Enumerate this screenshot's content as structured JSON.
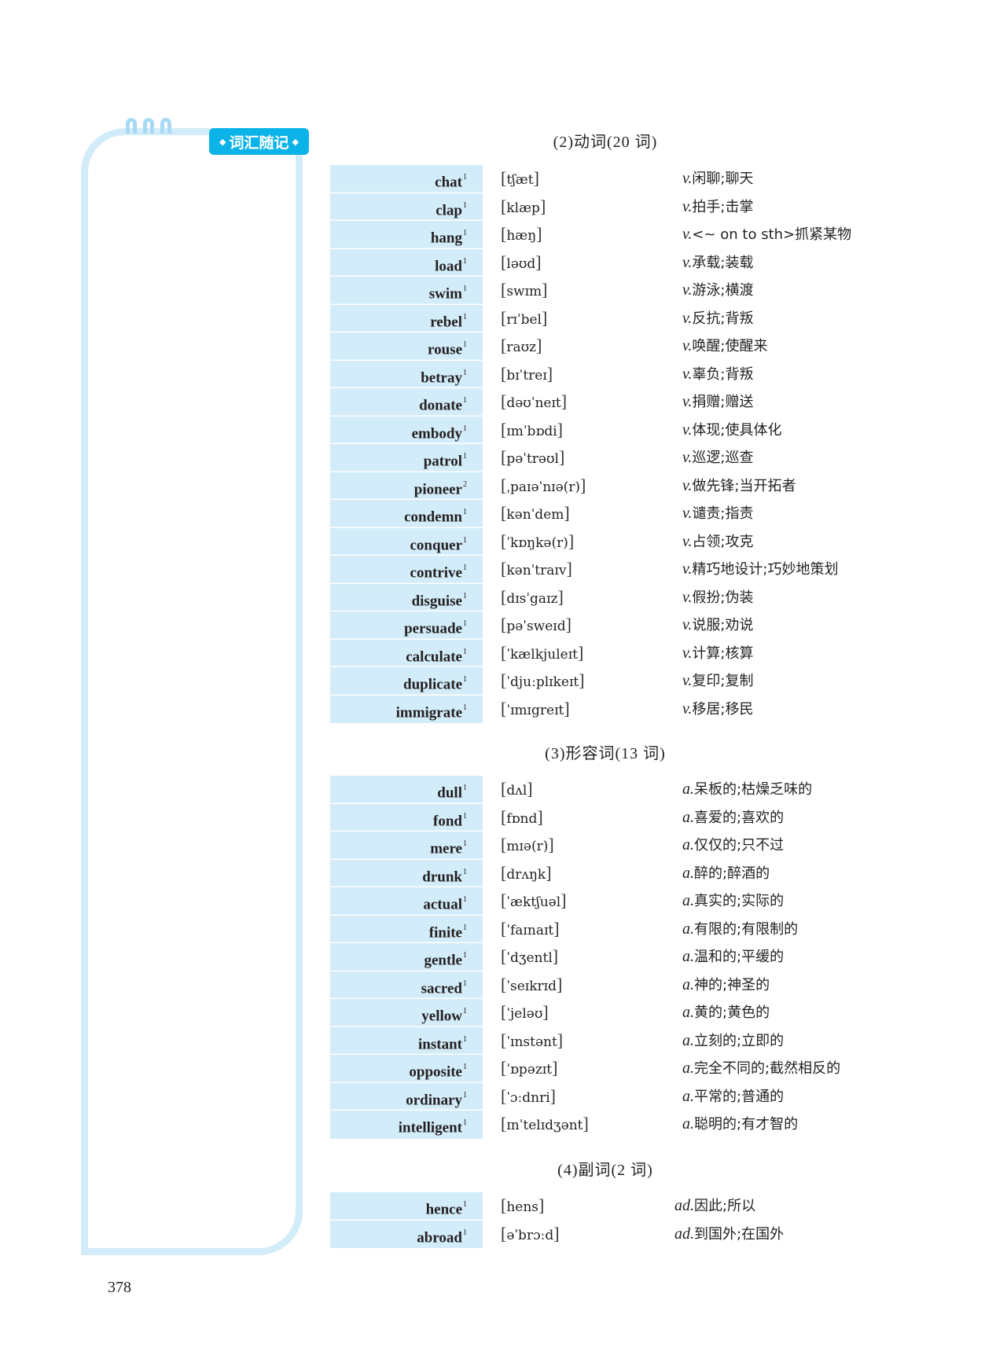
{
  "sidebar": {
    "badge_label": "词汇随记",
    "badge_icon": "diamond-icon"
  },
  "sections": [
    {
      "title": "(2)动词(20 词)",
      "pos": "v.",
      "entries": [
        {
          "word": "chat",
          "level": "1",
          "phonetic": "tʃæt",
          "meaning": "闲聊;聊天"
        },
        {
          "word": "clap",
          "level": "1",
          "phonetic": "klæp",
          "meaning": "拍手;击掌"
        },
        {
          "word": "hang",
          "level": "1",
          "phonetic": "hæŋ",
          "meaning": "<~ on to sth>抓紧某物"
        },
        {
          "word": "load",
          "level": "1",
          "phonetic": "ləʊd",
          "meaning": "承载;装载"
        },
        {
          "word": "swim",
          "level": "1",
          "phonetic": "swɪm",
          "meaning": "游泳;横渡"
        },
        {
          "word": "rebel",
          "level": "1",
          "phonetic": "rɪˈbel",
          "meaning": "反抗;背叛"
        },
        {
          "word": "rouse",
          "level": "1",
          "phonetic": "raʊz",
          "meaning": "唤醒;使醒来"
        },
        {
          "word": "betray",
          "level": "1",
          "phonetic": "bɪˈtreɪ",
          "meaning": "辜负;背叛"
        },
        {
          "word": "donate",
          "level": "1",
          "phonetic": "dəʊˈneɪt",
          "meaning": "捐赠;赠送"
        },
        {
          "word": "embody",
          "level": "1",
          "phonetic": "ɪmˈbɒdi",
          "meaning": "体现;使具体化"
        },
        {
          "word": "patrol",
          "level": "1",
          "phonetic": "pəˈtrəʊl",
          "meaning": "巡逻;巡查"
        },
        {
          "word": "pioneer",
          "level": "2",
          "phonetic": "ˌpaɪəˈnɪə(r)",
          "meaning": "做先锋;当开拓者"
        },
        {
          "word": "condemn",
          "level": "1",
          "phonetic": "kənˈdem",
          "meaning": "谴责;指责"
        },
        {
          "word": "conquer",
          "level": "1",
          "phonetic": "ˈkɒŋkə(r)",
          "meaning": "占领;攻克"
        },
        {
          "word": "contrive",
          "level": "1",
          "phonetic": "kənˈtraɪv",
          "meaning": "精巧地设计;巧妙地策划"
        },
        {
          "word": "disguise",
          "level": "1",
          "phonetic": "dɪsˈgaɪz",
          "meaning": "假扮;伪装"
        },
        {
          "word": "persuade",
          "level": "1",
          "phonetic": "pəˈsweɪd",
          "meaning": "说服;劝说"
        },
        {
          "word": "calculate",
          "level": "1",
          "phonetic": "ˈkælkjuleɪt",
          "meaning": "计算;核算"
        },
        {
          "word": "duplicate",
          "level": "1",
          "phonetic": "ˈdjuːplɪkeɪt",
          "meaning": "复印;复制"
        },
        {
          "word": "immigrate",
          "level": "1",
          "phonetic": "ˈɪmɪgreɪt",
          "meaning": "移居;移民"
        }
      ]
    },
    {
      "title": "(3)形容词(13 词)",
      "pos": "a.",
      "entries": [
        {
          "word": "dull",
          "level": "1",
          "phonetic": "dʌl",
          "meaning": "呆板的;枯燥乏味的"
        },
        {
          "word": "fond",
          "level": "1",
          "phonetic": "fɒnd",
          "meaning": "喜爱的;喜欢的"
        },
        {
          "word": "mere",
          "level": "1",
          "phonetic": "mɪə(r)",
          "meaning": "仅仅的;只不过"
        },
        {
          "word": "drunk",
          "level": "1",
          "phonetic": "drʌŋk",
          "meaning": "醉的;醉酒的"
        },
        {
          "word": "actual",
          "level": "1",
          "phonetic": "ˈæktʃuəl",
          "meaning": "真实的;实际的"
        },
        {
          "word": "finite",
          "level": "1",
          "phonetic": "ˈfaɪnaɪt",
          "meaning": "有限的;有限制的"
        },
        {
          "word": "gentle",
          "level": "1",
          "phonetic": "ˈdʒentl",
          "meaning": "温和的;平缓的"
        },
        {
          "word": "sacred",
          "level": "1",
          "phonetic": "ˈseɪkrɪd",
          "meaning": "神的;神圣的"
        },
        {
          "word": "yellow",
          "level": "1",
          "phonetic": "ˈjeləʊ",
          "meaning": "黄的;黄色的"
        },
        {
          "word": "instant",
          "level": "1",
          "phonetic": "ˈɪnstənt",
          "meaning": "立刻的;立即的"
        },
        {
          "word": "opposite",
          "level": "1",
          "phonetic": "ˈɒpəzɪt",
          "meaning": "完全不同的;截然相反的"
        },
        {
          "word": "ordinary",
          "level": "1",
          "phonetic": "ˈɔːdnri",
          "meaning": "平常的;普通的"
        },
        {
          "word": "intelligent",
          "level": "1",
          "phonetic": "ɪnˈtelɪdʒənt",
          "meaning": "聪明的;有才智的"
        }
      ]
    },
    {
      "title": "(4)副词(2 词)",
      "pos": "ad.",
      "entries": [
        {
          "word": "hence",
          "level": "1",
          "phonetic": "hens",
          "meaning": "因此;所以"
        },
        {
          "word": "abroad",
          "level": "1",
          "phonetic": "əˈbrɔːd",
          "meaning": "到国外;在国外"
        }
      ]
    }
  ],
  "footer": {
    "page_number": "378"
  },
  "colors": {
    "word_column_bg": "#d3ecf9",
    "badge_bg": "#0cb3e8",
    "notepad_border": "#d3ecf9",
    "ring": "#a8daf6"
  }
}
